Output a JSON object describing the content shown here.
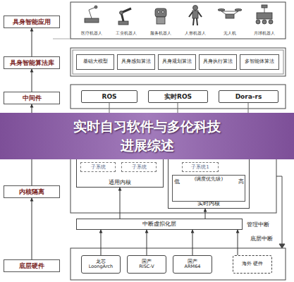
{
  "diagram": {
    "title": "实时自习软件与多伦科技进展综述",
    "nodes": [
      {
        "text": [
          "具身智能应用"
        ]
      },
      {
        "text": [
          "具身智能算法库"
        ]
      },
      {
        "text": [
          "中间件"
        ]
      },
      {
        "text": [
          "内核隔离"
        ]
      },
      {
        "text": [
          "底层硬件"
        ]
      },
      {
        "text": [
          "医疗机器人"
        ]
      },
      {
        "text": [
          "工业机器人"
        ]
      },
      {
        "text": [
          "服务机器人"
        ]
      },
      {
        "text": [
          "人形机器人"
        ]
      },
      {
        "text": [
          "无人机"
        ]
      },
      {
        "text": [
          "月球机器人"
        ]
      },
      {
        "text": [
          "基础大模型"
        ]
      },
      {
        "text": [
          "具身感知算法"
        ]
      },
      {
        "text": [
          "具身规划算法"
        ]
      },
      {
        "text": [
          "具身执行算法"
        ]
      },
      {
        "text": [
          "多智能体算法"
        ]
      },
      {
        "text": [
          "ROS"
        ]
      },
      {
        "text": [
          "实时ROS"
        ]
      },
      {
        "text": [
          "Dora-rs"
        ]
      },
      {
        "text": [
          "通用内核"
        ]
      },
      {
        "text": [
          "子系统"
        ],
        "in": 19
      },
      {
        "text": [
          "子系统"
        ],
        "in": 19
      },
      {
        "text": [
          "实时内核"
        ]
      },
      {
        "text": [
          "子系统1"
        ],
        "in": 22
      },
      {
        "text": [
          "(调度优先级)"
        ],
        "in": 22
      },
      {
        "text": [
          "中断虚拟化层"
        ]
      },
      {
        "text": [
          "龙芯",
          "LoongArch"
        ]
      },
      {
        "text": [
          "国产",
          "RISC-V"
        ]
      },
      {
        "text": [
          "国产",
          "ARM64"
        ]
      },
      {
        "text": [
          "海外 硬件"
        ]
      }
    ],
    "edges": [
      {
        "from": 1,
        "to": 0,
        "arrow": "to"
      },
      {
        "from": 2,
        "to": 1,
        "arrow": "to"
      },
      {
        "from": 3,
        "to": 2,
        "arrow": "to"
      },
      {
        "from": 4,
        "to": 3,
        "arrow": "to"
      },
      {
        "from": 26,
        "to": 25,
        "arrow": "to"
      },
      {
        "from": 27,
        "to": 25,
        "arrow": "to"
      },
      {
        "from": 28,
        "to": 25,
        "arrow": "to"
      },
      {
        "from": 29,
        "to": 25,
        "arrow": "to"
      },
      {
        "from": 25,
        "to": 19,
        "arrow": "to"
      },
      {
        "from": 25,
        "to": 22,
        "arrow": "to"
      }
    ],
    "labels": [
      "低",
      "高",
      "管理中断",
      "底层中断"
    ]
  }
}
